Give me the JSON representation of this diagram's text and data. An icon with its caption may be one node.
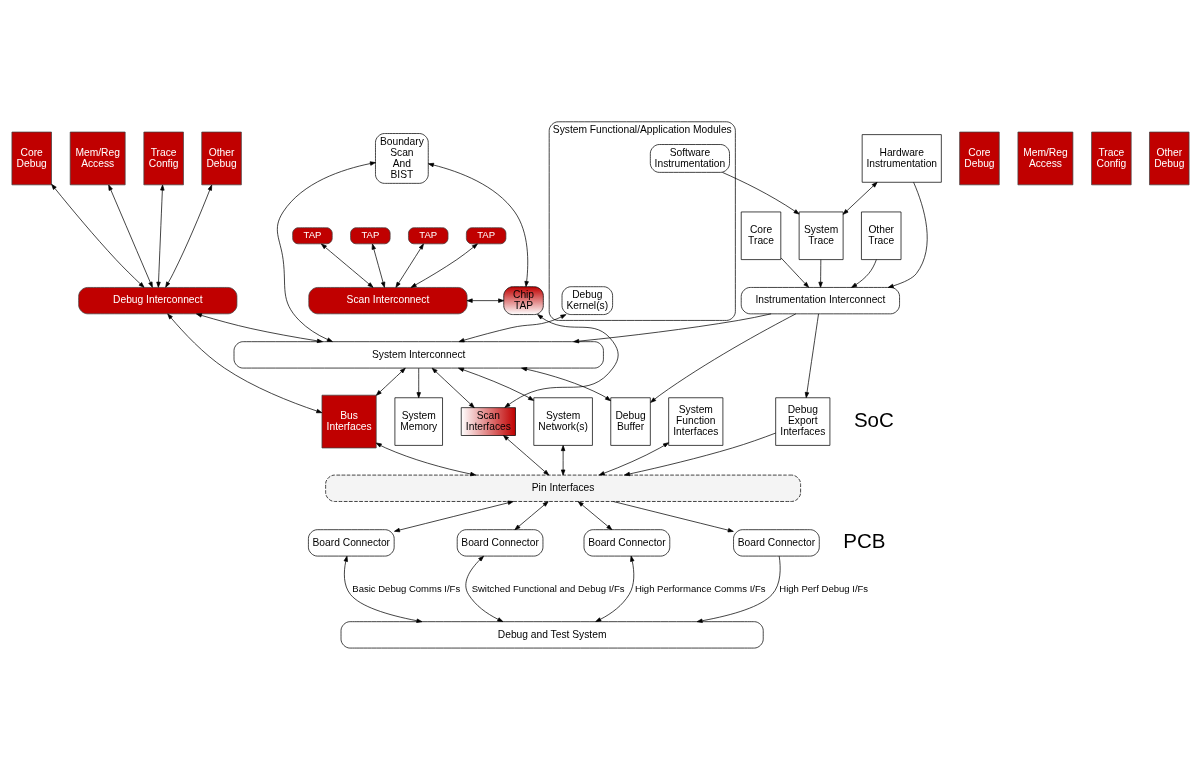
{
  "diagram": {
    "nodes": [
      {
        "text": [
          "System Functional/Application Modules"
        ]
      },
      {
        "text": [
          "Debug Kernel(s)"
        ],
        "in": 0
      },
      {
        "text": [
          "Software Instrumentation"
        ],
        "in": 0
      },
      {
        "text": [
          "Core Debug"
        ]
      },
      {
        "text": [
          "TAP"
        ]
      },
      {
        "text": [
          "Mem/Reg Access"
        ]
      },
      {
        "text": [
          "TAP"
        ]
      },
      {
        "text": [
          "Trace Config"
        ]
      },
      {
        "text": [
          "TAP"
        ]
      },
      {
        "text": [
          "Other Debug"
        ]
      },
      {
        "text": [
          "TAP"
        ]
      },
      {
        "text": [
          "Boundary Scan And BIST"
        ]
      },
      {
        "text": [
          "Core Debug"
        ]
      },
      {
        "text": [
          "Mem/Reg Access"
        ]
      },
      {
        "text": [
          "Trace Config"
        ]
      },
      {
        "text": [
          "Other Debug"
        ]
      },
      {
        "text": [
          "Hardware Instrumentation"
        ]
      },
      {
        "text": [
          "System Trace"
        ]
      },
      {
        "text": [
          "Other Trace"
        ]
      },
      {
        "text": [
          "Core Trace"
        ]
      },
      {
        "text": [
          "Scan Interconnect"
        ]
      },
      {
        "text": [
          "Chip TAP"
        ]
      },
      {
        "text": [
          "Debug Interconnect"
        ]
      },
      {
        "text": [
          "Instrumentation Interconnect"
        ]
      },
      {
        "text": [
          "System Interconnect"
        ]
      },
      {
        "text": [
          "Scan Interfaces"
        ]
      },
      {
        "text": [
          "Bus Interfaces"
        ]
      },
      {
        "text": [
          "System Function Interfaces"
        ]
      },
      {
        "text": [
          "System Network(s)"
        ]
      },
      {
        "text": [
          "System Memory"
        ]
      },
      {
        "text": [
          "Debug Buffer"
        ]
      },
      {
        "text": [
          "Debug Export Interfaces"
        ]
      },
      {
        "text": [
          "Pin Interfaces"
        ]
      },
      {
        "text": [
          "Board Connector"
        ]
      },
      {
        "text": [
          "Board Connector"
        ]
      },
      {
        "text": [
          "Board Connector"
        ]
      },
      {
        "text": [
          "Board Connector"
        ]
      },
      {
        "text": [
          "Debug and Test System"
        ]
      }
    ],
    "edges": [
      {
        "from": 4,
        "to": 20,
        "arrow": "both"
      },
      {
        "from": 6,
        "to": 20,
        "arrow": "both"
      },
      {
        "from": 8,
        "to": 20,
        "arrow": "both"
      },
      {
        "from": 10,
        "to": 20,
        "arrow": "both"
      },
      {
        "from": 11,
        "to": 21,
        "arrow": "both"
      },
      {
        "from": 20,
        "to": 21,
        "arrow": "both"
      },
      {
        "from": 12,
        "to": 22,
        "arrow": "both"
      },
      {
        "from": 13,
        "to": 22,
        "arrow": "both"
      },
      {
        "from": 14,
        "to": 22,
        "arrow": "both"
      },
      {
        "from": 15,
        "to": 22,
        "arrow": "both"
      },
      {
        "from": 1,
        "to": 24,
        "arrow": "both"
      },
      {
        "from": 2,
        "to": 17,
        "arrow": "to"
      },
      {
        "from": 16,
        "to": 17,
        "arrow": "both"
      },
      {
        "from": 16,
        "to": 23,
        "arrow": "to"
      },
      {
        "from": 17,
        "to": 23,
        "arrow": "to"
      },
      {
        "from": 18,
        "to": 23,
        "arrow": "to"
      },
      {
        "from": 19,
        "to": 23,
        "arrow": "to"
      },
      {
        "from": 11,
        "to": 24,
        "arrow": "both"
      },
      {
        "from": 21,
        "to": 25,
        "arrow": "both"
      },
      {
        "from": 22,
        "to": 26,
        "arrow": "both"
      },
      {
        "from": 24,
        "to": 25,
        "arrow": "both"
      },
      {
        "from": 24,
        "to": 26,
        "arrow": "both"
      },
      {
        "from": 22,
        "to": 24,
        "arrow": "both"
      },
      {
        "from": 23,
        "to": 24,
        "arrow": "to"
      },
      {
        "from": 23,
        "to": 30,
        "arrow": "to"
      },
      {
        "from": 23,
        "to": 31,
        "arrow": "to"
      },
      {
        "from": 24,
        "to": 30,
        "arrow": "both"
      },
      {
        "from": 24,
        "to": 28,
        "arrow": "both"
      },
      {
        "from": 24,
        "to": 29,
        "arrow": "to"
      },
      {
        "from": 25,
        "to": 32,
        "arrow": "both"
      },
      {
        "from": 26,
        "to": 32,
        "arrow": "both"
      },
      {
        "from": 27,
        "to": 32,
        "arrow": "both"
      },
      {
        "from": 28,
        "to": 32,
        "arrow": "both"
      },
      {
        "from": 31,
        "to": 32,
        "arrow": "to"
      },
      {
        "from": 32,
        "to": 33,
        "arrow": "both"
      },
      {
        "from": 32,
        "to": 34,
        "arrow": "both"
      },
      {
        "from": 32,
        "to": 35,
        "arrow": "both"
      },
      {
        "from": 32,
        "to": 36,
        "arrow": "to"
      },
      {
        "from": 33,
        "to": 37,
        "arrow": "both",
        "label": "Basic Debug Comms I/Fs"
      },
      {
        "from": 34,
        "to": 37,
        "arrow": "both",
        "label": "Switched Functional and Debug I/Fs"
      },
      {
        "from": 35,
        "to": 37,
        "arrow": "both",
        "label": "High Performance Comms I/Fs"
      },
      {
        "from": 36,
        "to": 37,
        "arrow": "to",
        "label": "High Perf Debug I/Fs"
      }
    ],
    "labels": [
      "SoC",
      "PCB"
    ]
  }
}
